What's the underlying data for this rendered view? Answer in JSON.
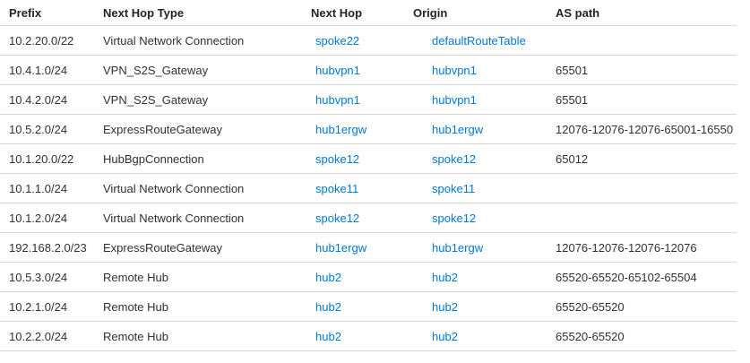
{
  "table": {
    "name": "effective-routes-table",
    "columns": [
      {
        "key": "prefix",
        "label": "Prefix"
      },
      {
        "key": "next_hop_type",
        "label": "Next Hop Type"
      },
      {
        "key": "next_hop",
        "label": "Next Hop"
      },
      {
        "key": "origin",
        "label": "Origin"
      },
      {
        "key": "as_path",
        "label": "AS path"
      }
    ],
    "rows": [
      {
        "prefix": "10.2.20.0/22",
        "next_hop_type": "Virtual Network Connection",
        "next_hop": "spoke22",
        "origin": "defaultRouteTable",
        "as_path": ""
      },
      {
        "prefix": "10.4.1.0/24",
        "next_hop_type": "VPN_S2S_Gateway",
        "next_hop": "hubvpn1",
        "origin": "hubvpn1",
        "as_path": "65501"
      },
      {
        "prefix": "10.4.2.0/24",
        "next_hop_type": "VPN_S2S_Gateway",
        "next_hop": "hubvpn1",
        "origin": "hubvpn1",
        "as_path": "65501"
      },
      {
        "prefix": "10.5.2.0/24",
        "next_hop_type": "ExpressRouteGateway",
        "next_hop": "hub1ergw",
        "origin": "hub1ergw",
        "as_path": "12076-12076-12076-65001-16550"
      },
      {
        "prefix": "10.1.20.0/22",
        "next_hop_type": "HubBgpConnection",
        "next_hop": "spoke12",
        "origin": "spoke12",
        "as_path": "65012"
      },
      {
        "prefix": "10.1.1.0/24",
        "next_hop_type": "Virtual Network Connection",
        "next_hop": "spoke11",
        "origin": "spoke11",
        "as_path": ""
      },
      {
        "prefix": "10.1.2.0/24",
        "next_hop_type": "Virtual Network Connection",
        "next_hop": "spoke12",
        "origin": "spoke12",
        "as_path": ""
      },
      {
        "prefix": "192.168.2.0/23",
        "next_hop_type": "ExpressRouteGateway",
        "next_hop": "hub1ergw",
        "origin": "hub1ergw",
        "as_path": "12076-12076-12076-12076"
      },
      {
        "prefix": "10.5.3.0/24",
        "next_hop_type": "Remote Hub",
        "next_hop": "hub2",
        "origin": "hub2",
        "as_path": "65520-65520-65102-65504"
      },
      {
        "prefix": "10.2.1.0/24",
        "next_hop_type": "Remote Hub",
        "next_hop": "hub2",
        "origin": "hub2",
        "as_path": "65520-65520"
      },
      {
        "prefix": "10.2.2.0/24",
        "next_hop_type": "Remote Hub",
        "next_hop": "hub2",
        "origin": "hub2",
        "as_path": "65520-65520"
      }
    ],
    "colors": {
      "link": "#0078d4",
      "header_text": "#252423",
      "cell_text": "#323130",
      "divider": "#d8d6d4",
      "background": "#ffffff"
    }
  }
}
